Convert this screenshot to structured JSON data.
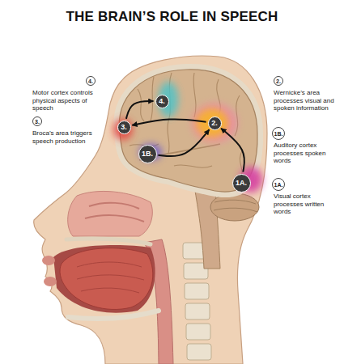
{
  "diagram": {
    "title": "THE BRAIN’S ROLE IN SPEECH",
    "nodes": [
      {
        "text": [
          "4."
        ]
      },
      {
        "text": [
          "2."
        ]
      },
      {
        "text": [
          "4."
        ]
      },
      {
        "text": [
          "3."
        ]
      },
      {
        "text": [
          "3."
        ]
      },
      {
        "text": [
          "2."
        ]
      },
      {
        "text": [
          "1B."
        ]
      },
      {
        "text": [
          "1B."
        ]
      },
      {
        "text": [
          "1A."
        ]
      },
      {
        "text": [
          "1A."
        ]
      }
    ],
    "edges": [
      {
        "from": 8,
        "to": 5,
        "arrow": "to"
      },
      {
        "from": 7,
        "to": 5,
        "arrow": "to"
      },
      {
        "from": 5,
        "to": 4,
        "arrow": "to"
      },
      {
        "from": 4,
        "to": 2,
        "arrow": "to"
      }
    ],
    "labels": [
      "Motor cortex controls physical aspects of speech",
      "Wernicke’s area processes visual and spoken information",
      "Broca’s area triggers speech production",
      "Auditory cortex processes spoken words",
      "Visual cortex processes written words"
    ]
  }
}
